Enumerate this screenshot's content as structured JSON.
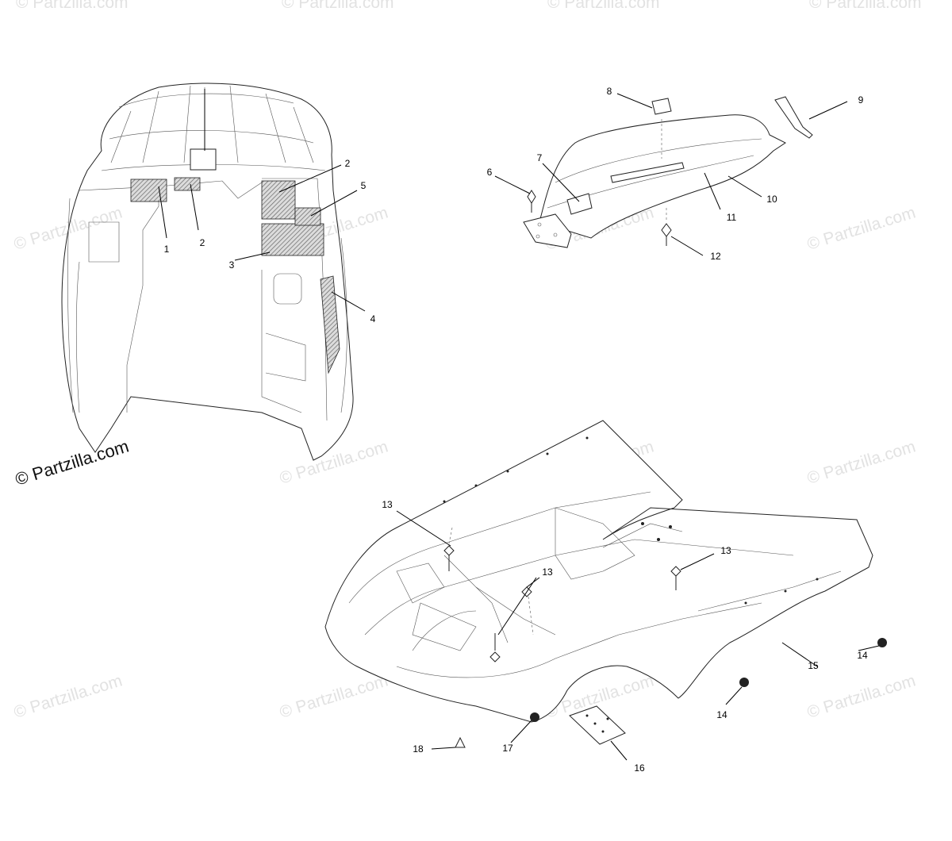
{
  "watermarks": {
    "text": "© Partzilla.com",
    "main_text": "© Partzilla.com"
  },
  "callouts": [
    "1",
    "2",
    "2",
    "3",
    "4",
    "5",
    "6",
    "7",
    "8",
    "9",
    "10",
    "11",
    "12",
    "13",
    "13",
    "13",
    "14",
    "14",
    "15",
    "16",
    "17",
    "18"
  ],
  "colors": {
    "line": "#222222",
    "watermark": "#e2e2e2",
    "hatch": "#777777"
  }
}
